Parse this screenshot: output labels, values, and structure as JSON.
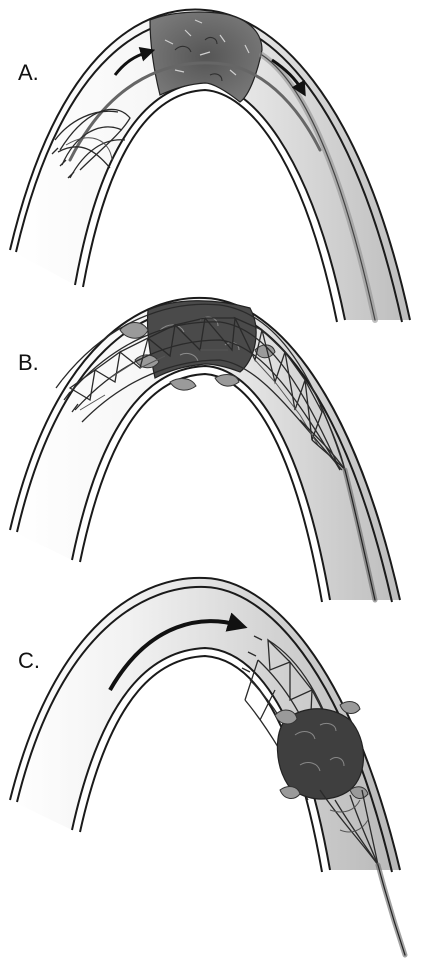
{
  "panels": [
    {
      "id": "A",
      "label": "A."
    },
    {
      "id": "B",
      "label": "B."
    },
    {
      "id": "C",
      "label": "C."
    }
  ],
  "colors": {
    "vessel_outline": "#1a1a1a",
    "lumen_light": "#ffffff",
    "lumen_dark": "#bdbdbd",
    "clot": "#6b6b6b",
    "clot_dark": "#3a3a3a",
    "arrow": "#111111"
  }
}
